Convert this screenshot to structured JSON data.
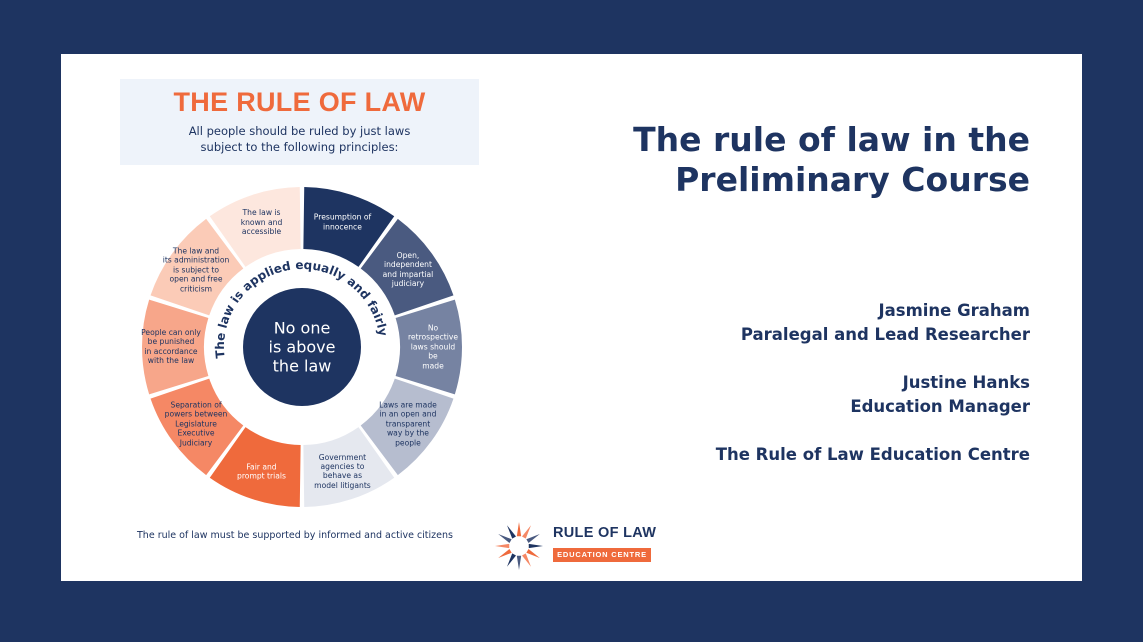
{
  "infographic": {
    "title": "THE RULE OF LAW",
    "subtitle_line1": "All people should be ruled by just laws",
    "subtitle_line2": "subject to the following principles:",
    "ring_text": "The law is applied equally and fairly",
    "center_line1": "No one",
    "center_line2": "is above",
    "center_line3": "the law",
    "footer": "The rule of law must be supported by informed and active citizens",
    "segments": [
      {
        "lines": [
          "Presumption of",
          "innocence"
        ],
        "color": "#1e3461",
        "text_color": "light"
      },
      {
        "lines": [
          "Open,",
          "independent",
          "and impartial",
          "judiciary"
        ],
        "color": "#4a5a80",
        "text_color": "light"
      },
      {
        "lines": [
          "No retrospective",
          "laws should be",
          "made"
        ],
        "color": "#7683a2",
        "text_color": "light"
      },
      {
        "lines": [
          "Laws are made",
          "in an open and",
          "transparent",
          "way by the",
          "people"
        ],
        "color": "#b6bdcf",
        "text_color": "dark"
      },
      {
        "lines": [
          "Government",
          "agencies to",
          "behave as",
          "model litigants"
        ],
        "color": "#e5e8ef",
        "text_color": "dark"
      },
      {
        "lines": [
          "Fair and",
          "prompt trials"
        ],
        "color": "#ef6a3c",
        "text_color": "light"
      },
      {
        "lines": [
          "Separation of",
          "powers between",
          "Legislature",
          "Executive",
          "Judiciary"
        ],
        "color": "#f58865",
        "text_color": "dark"
      },
      {
        "lines": [
          "People can only",
          "be punished",
          "in accordance",
          "with the law"
        ],
        "color": "#f7a68a",
        "text_color": "dark"
      },
      {
        "lines": [
          "The law and",
          "its administration",
          "is subject to",
          "open and free",
          "criticism"
        ],
        "color": "#fbcbb7",
        "text_color": "dark"
      },
      {
        "lines": [
          "The law is",
          "known and",
          "accessible"
        ],
        "color": "#fde7de",
        "text_color": "dark"
      }
    ]
  },
  "logo": {
    "title": "RULE OF LAW",
    "subtitle": "EDUCATION CENTRE"
  },
  "slide": {
    "title_line1": "The rule of law in the",
    "title_line2": "Preliminary Course",
    "presenter1_name": "Jasmine Graham",
    "presenter1_role": "Paralegal and Lead Researcher",
    "presenter2_name": "Justine Hanks",
    "presenter2_role": "Education Manager",
    "organisation": "The Rule of Law Education Centre"
  },
  "colors": {
    "navy": "#1e3461",
    "orange": "#ef6a3c",
    "background": "#1e3461"
  }
}
